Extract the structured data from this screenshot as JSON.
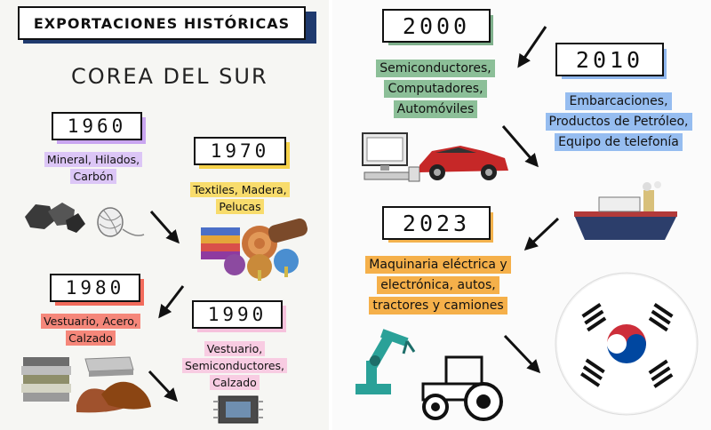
{
  "title": "EXPORTACIONES HISTÓRICAS",
  "subtitle": "COREA DEL SUR",
  "colors": {
    "purple": "#c9a6f0",
    "yellow": "#f6d24a",
    "red": "#f26b5b",
    "pink": "#f6c1dc",
    "green": "#7fb08c",
    "blue": "#8fb7ee",
    "orange": "#f3b24d",
    "shadow_navy": "#1f3a6e"
  },
  "entries": [
    {
      "year": "1960",
      "lines": [
        "Mineral, Hilados,",
        "Carbón"
      ],
      "icons": [
        "coal-icon",
        "yarn-icon"
      ]
    },
    {
      "year": "1970",
      "lines": [
        "Textiles, Madera,",
        "Pelucas"
      ],
      "icons": [
        "fabric-icon",
        "wood-icon",
        "wig-icon"
      ]
    },
    {
      "year": "1980",
      "lines": [
        "Vestuario, Acero,",
        "Calzado"
      ],
      "icons": [
        "clothes-icon",
        "steel-icon",
        "shoe-icon"
      ]
    },
    {
      "year": "1990",
      "lines": [
        "Vestuario,",
        "Semiconductores,",
        "Calzado"
      ],
      "icons": [
        "chip-icon"
      ]
    },
    {
      "year": "2000",
      "lines": [
        "Semiconductores,",
        "Computadores,",
        "Automóviles"
      ],
      "icons": [
        "computer-icon",
        "car-icon"
      ]
    },
    {
      "year": "2010",
      "lines": [
        "Embarcaciones,",
        "Productos de Petróleo,",
        "Equipo de telefonía"
      ],
      "icons": [
        "ship-icon"
      ]
    },
    {
      "year": "2023",
      "lines": [
        "Maquinaria eléctrica y",
        "electrónica, autos,",
        "tractores y camiones"
      ],
      "icons": [
        "robot-arm-icon",
        "tractor-icon",
        "korea-flag-icon"
      ]
    }
  ]
}
